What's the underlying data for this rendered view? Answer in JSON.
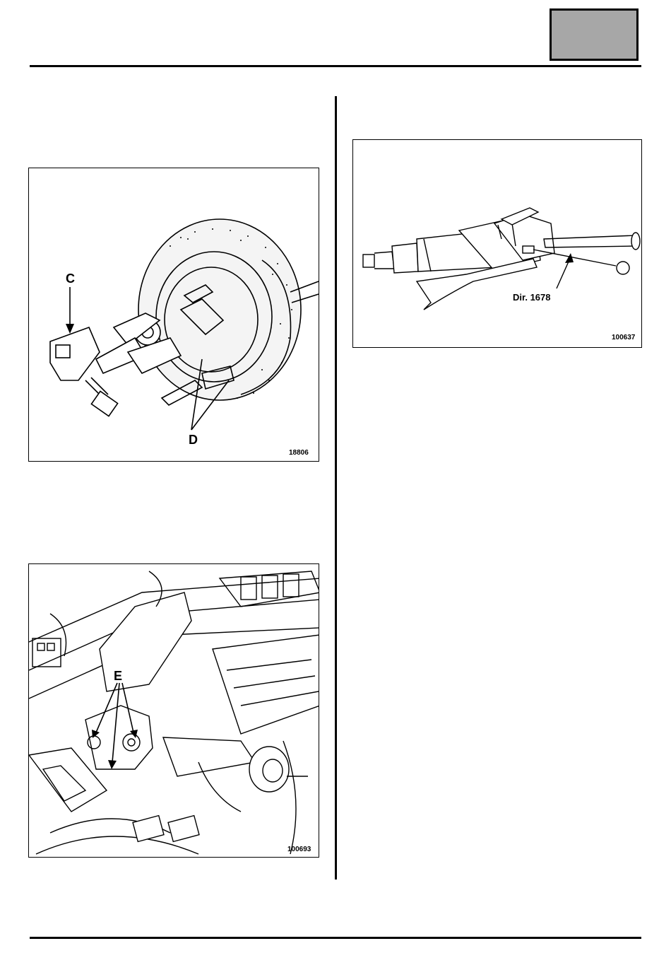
{
  "figures": [
    {
      "id": "fig1",
      "labels": {
        "c": "C",
        "d": "D"
      },
      "ref": "18806"
    },
    {
      "id": "fig2",
      "labels": {
        "e": "E"
      },
      "ref": "100693"
    },
    {
      "id": "fig3",
      "labels": {
        "tool": "Dir. 1678"
      },
      "ref": "100637"
    }
  ],
  "colors": {
    "tab": "#a7a7a7",
    "ink": "#000000"
  }
}
